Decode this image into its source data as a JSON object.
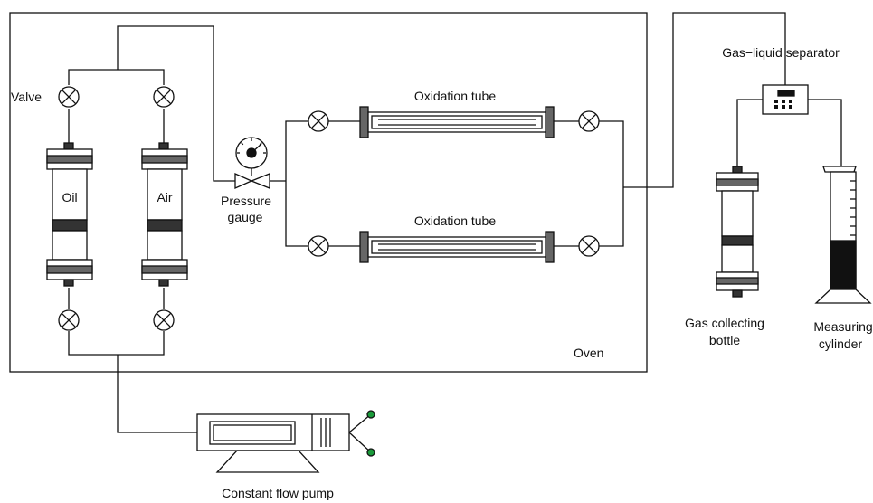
{
  "labels": {
    "valve": "Valve",
    "oil": "Oil",
    "air": "Air",
    "pressure_gauge_line1": "Pressure",
    "pressure_gauge_line2": "gauge",
    "oxidation_tube_top": "Oxidation tube",
    "oxidation_tube_bottom": "Oxidation tube",
    "gas_liquid_separator": "Gas−liquid separator",
    "gas_collecting_bottle_line1": "Gas collecting",
    "gas_collecting_bottle_line2": "bottle",
    "measuring_cylinder_line1": "Measuring",
    "measuring_cylinder_line2": "cylinder",
    "oven": "Oven",
    "constant_flow_pump": "Constant flow pump"
  },
  "colors": {
    "line": "#111111",
    "cap_fill": "#666666",
    "band_fill": "#333333",
    "pump_indicator": "#1a9a3a",
    "liquid_fill": "#111111"
  },
  "icons": [
    "valve-icon",
    "pressure-gauge-icon",
    "needle-valve-icon",
    "pump-connector-dot-icon"
  ]
}
